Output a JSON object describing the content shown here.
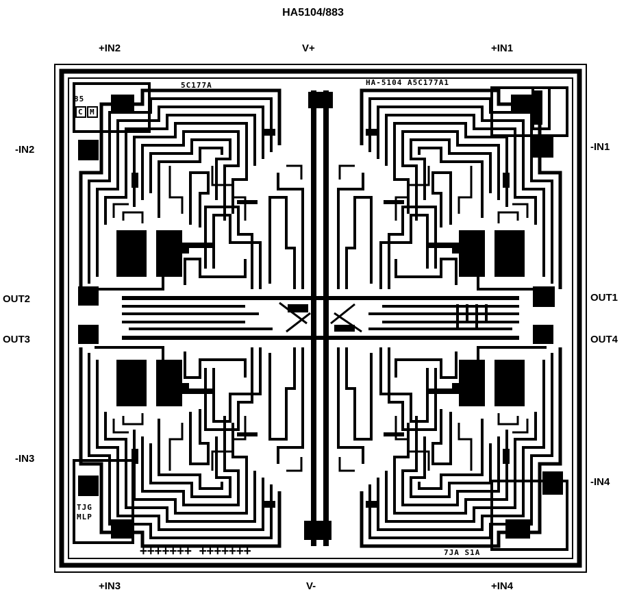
{
  "title": "HA5104/883",
  "pads": {
    "top_left": "+IN2",
    "top_center": "V+",
    "top_right": "+IN1",
    "left_upper": "-IN2",
    "right_upper": "-IN1",
    "left_out_upper": "OUT2",
    "right_out_upper": "OUT1",
    "left_out_lower": "OUT3",
    "right_out_lower": "OUT4",
    "left_lower": "-IN3",
    "right_lower": "-IN4",
    "bottom_left": "+IN3",
    "bottom_center": "V-",
    "bottom_right": "+IN4"
  },
  "die_marks": {
    "mask_top_left": "5C177A",
    "mask_top_right": "HA-5104  A5C177A1",
    "year": "85",
    "logo_c": "C",
    "logo_m": "M",
    "initials_1": "TJG",
    "initials_2": "MLP",
    "plus_row": "+++++++ +++++++",
    "mask_bottom_right": "7JA S1A"
  },
  "colors": {
    "metal": "#000000",
    "substrate": "#ffffff"
  }
}
